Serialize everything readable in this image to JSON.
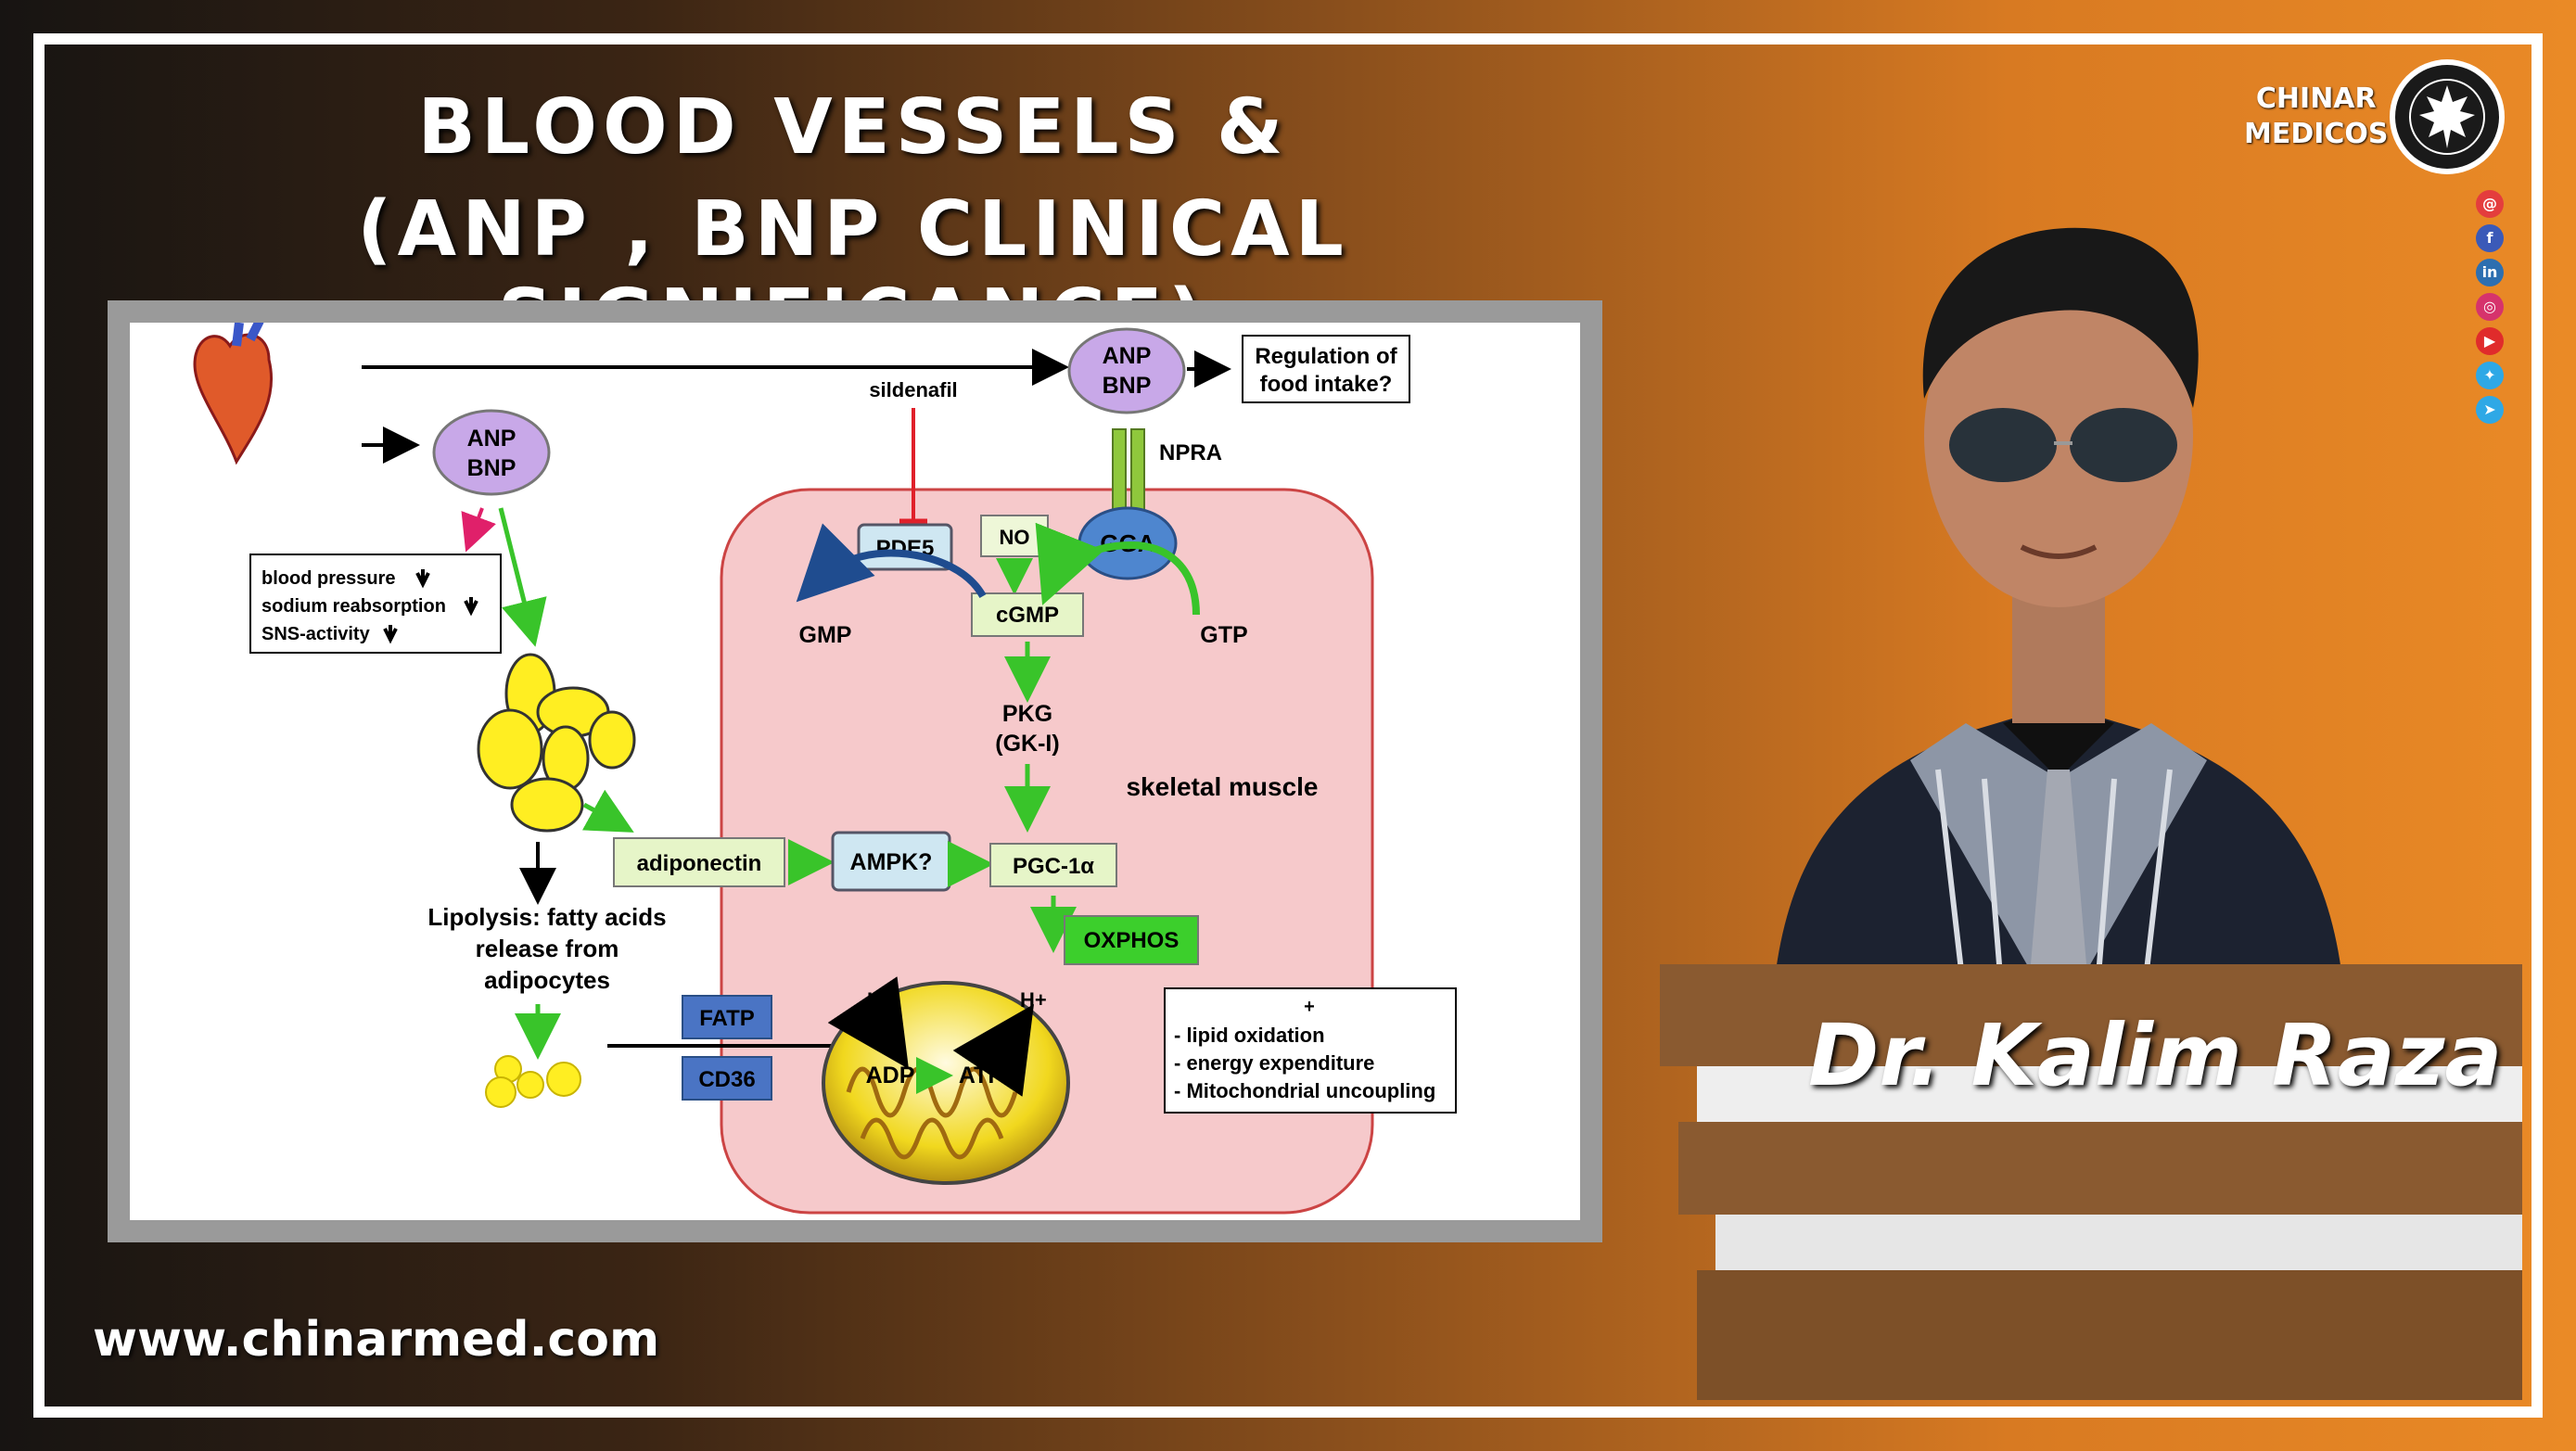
{
  "title": {
    "line1": "BLOOD VESSELS &",
    "line2": "(ANP , BNP CLINICAL SIGNIFICANCE)"
  },
  "website": "www.chinarmed.com",
  "logo": {
    "line1": "CHINAR",
    "line2": "MEDICOS",
    "seal_icon": "chinar-leaf-seal-icon"
  },
  "social_icons": [
    {
      "name": "email-icon",
      "glyph": "@",
      "color": "#e43d3d"
    },
    {
      "name": "facebook-icon",
      "glyph": "f",
      "color": "#3b5ab8"
    },
    {
      "name": "linkedin-icon",
      "glyph": "in",
      "color": "#2d6fb0"
    },
    {
      "name": "instagram-icon",
      "glyph": "◎",
      "color": "#d6336c"
    },
    {
      "name": "youtube-icon",
      "glyph": "▶",
      "color": "#e02b2b"
    },
    {
      "name": "twitter-icon",
      "glyph": "✦",
      "color": "#2ea8e6"
    },
    {
      "name": "telegram-icon",
      "glyph": "➤",
      "color": "#2ea8e6"
    }
  ],
  "presenter": {
    "name": "Dr. Kalim Raza"
  },
  "diagram": {
    "anp_bnp_top": [
      "ANP",
      "BNP"
    ],
    "anp_bnp_left": [
      "ANP",
      "BNP"
    ],
    "regulation": [
      "Regulation of",
      "food intake?"
    ],
    "sildenafil": "sildenafil",
    "npra": "NPRA",
    "pde5": "PDE5",
    "no": "NO",
    "gga": "GGA",
    "gmp": "GMP",
    "cgmp": "cGMP",
    "gtp": "GTP",
    "effects": [
      "blood pressure",
      "sodium reabsorption",
      "SNS-activity"
    ],
    "pkg": [
      "PKG",
      "(GK-I)"
    ],
    "skeletal_muscle": "skeletal  muscle",
    "adiponectin": "adiponectin",
    "ampk": "AMPK?",
    "pgc": "PGC-1α",
    "oxphos": "OXPHOS",
    "lipolysis": [
      "Lipolysis: fatty acids",
      "release from",
      "adipocytes"
    ],
    "fatp": "FATP",
    "cd36": "CD36",
    "h_plus": "H+",
    "adp": "ADP",
    "atp": "ATP",
    "outcomes": [
      "+",
      "- lipid oxidation",
      "- energy expenditure",
      "- Mitochondrial uncoupling"
    ],
    "colors": {
      "anp_fill": "#c8a8e8",
      "muscle_fill": "#f6c9cb",
      "arrow_green": "#39c42a",
      "box_green": "#e6f5c8",
      "oxphos": "#3ccf2c",
      "transporter": "#4a74c4",
      "gga": "#4e86cf",
      "adipocyte": "#ffee22"
    }
  }
}
